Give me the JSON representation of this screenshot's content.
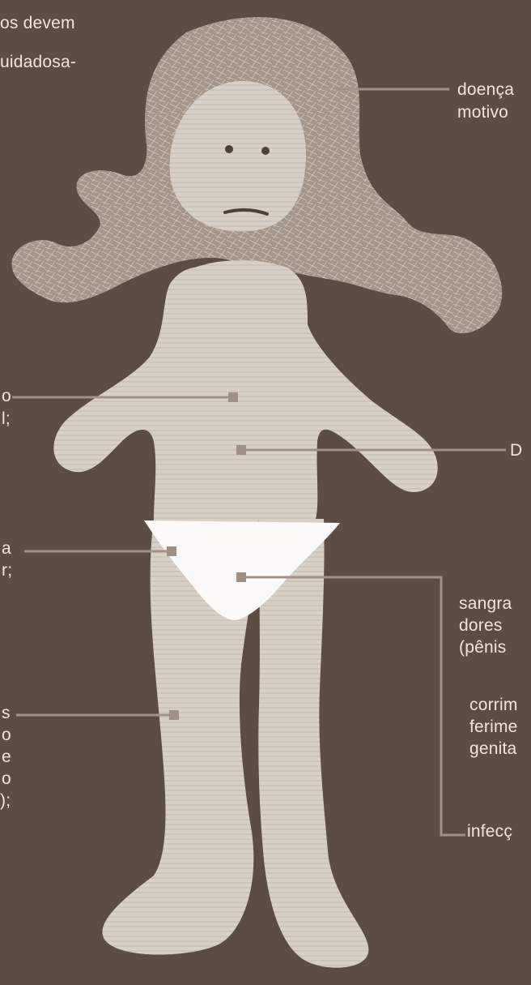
{
  "texts": {
    "top_line1": "os devem",
    "top_line2": "uidadosa-",
    "hair_label_line1": "doença",
    "hair_label_line2": "motivo",
    "chest_left_line1": "o",
    "chest_left_line2": "l;",
    "belly_right": "D",
    "pelvis_left_line1": "a",
    "pelvis_left_line2": "r;",
    "genital_line1": "sangra",
    "genital_line2": "dores",
    "genital_line3": "(pênis",
    "genital_line4": "corrim",
    "genital_line5": "ferime",
    "genital_line6": "genita",
    "genital_line7": "infecç",
    "leg_left_line1": "s",
    "leg_left_line2": "o",
    "leg_left_line3": "e",
    "leg_left_line4": "o",
    "leg_left_line5": ");"
  },
  "colors": {
    "background": "#5b4c44",
    "fabric": "#d6cdc5",
    "hair": "#a99a8e",
    "underwear": "#fbfaf8",
    "connector": "#a09186",
    "text": "#eee6df"
  }
}
